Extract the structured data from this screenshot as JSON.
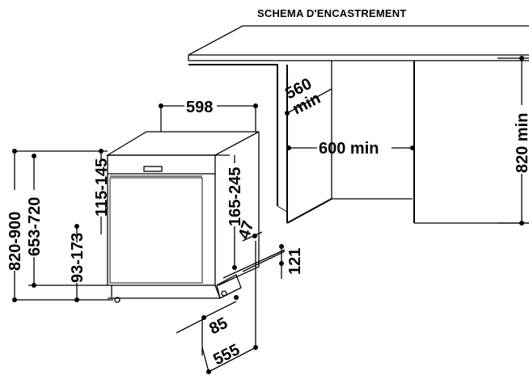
{
  "title": "SCHEMA D'ENCASTREMENT",
  "dimensions": {
    "width_598": "598",
    "depth_560": "560",
    "depth_min": "min",
    "width_600_min": "600 min",
    "height_820_min": "820 min",
    "height_820_900": "820-900",
    "height_653_720": "653-720",
    "door_115_145": "115-145",
    "plinth_93_173": "93-173",
    "height_165_245": "165-245",
    "dim_47": "47",
    "dim_121": "121",
    "dim_85": "85",
    "depth_555": "555"
  }
}
